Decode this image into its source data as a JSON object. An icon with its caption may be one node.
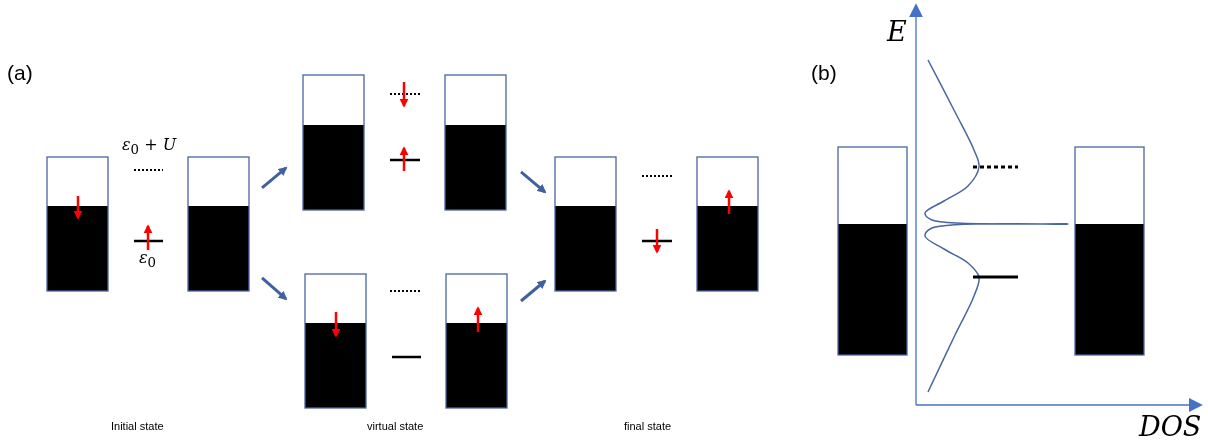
{
  "diagram": {
    "nodes": [
      {
        "text": [
          "*ε*$_{0}$ + *U*",
          "*ε*$_{0}$"
        ]
      },
      {
        "text": [],
        "shape": "bar"
      },
      {
        "text": [],
        "shape": "bar"
      },
      {
        "text": [],
        "shape": "bar"
      }
    ],
    "edges": [
      {
        "from": 0,
        "to": 1,
        "arrow": "to"
      },
      {
        "from": 0,
        "to": 2,
        "arrow": "to"
      },
      {
        "from": 1,
        "to": 3,
        "arrow": "to"
      },
      {
        "from": 2,
        "to": 3,
        "arrow": "to"
      }
    ],
    "labels": [
      "(a)",
      "Initial state",
      "virtual state",
      "final state",
      "(b)",
      "E",
      "DOS"
    ]
  }
}
